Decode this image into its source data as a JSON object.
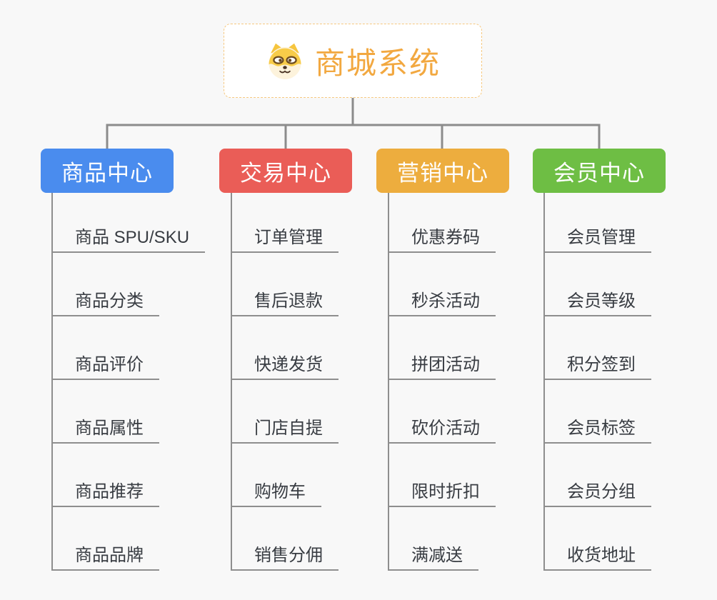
{
  "page": {
    "background_color": "#F8F8F8",
    "connector_color": "#8C8C8C"
  },
  "root": {
    "title": "商城系统",
    "icon": "shiba-dog-icon",
    "text_color": "#F2A840",
    "border_color": "#F6C87F"
  },
  "branches": [
    {
      "label": "商品中心",
      "color": "#4A8CEE",
      "children": [
        "商品 SPU/SKU",
        "商品分类",
        "商品评价",
        "商品属性",
        "商品推荐",
        "商品品牌"
      ]
    },
    {
      "label": "交易中心",
      "color": "#EA5D57",
      "children": [
        "订单管理",
        "售后退款",
        "快递发货",
        "门店自提",
        "购物车",
        "销售分佣"
      ]
    },
    {
      "label": "营销中心",
      "color": "#EDAD3E",
      "children": [
        "优惠券码",
        "秒杀活动",
        "拼团活动",
        "砍价活动",
        "限时折扣",
        "满减送"
      ]
    },
    {
      "label": "会员中心",
      "color": "#6EBE44",
      "children": [
        "会员管理",
        "会员等级",
        "积分签到",
        "会员标签",
        "会员分组",
        "收货地址"
      ]
    }
  ]
}
